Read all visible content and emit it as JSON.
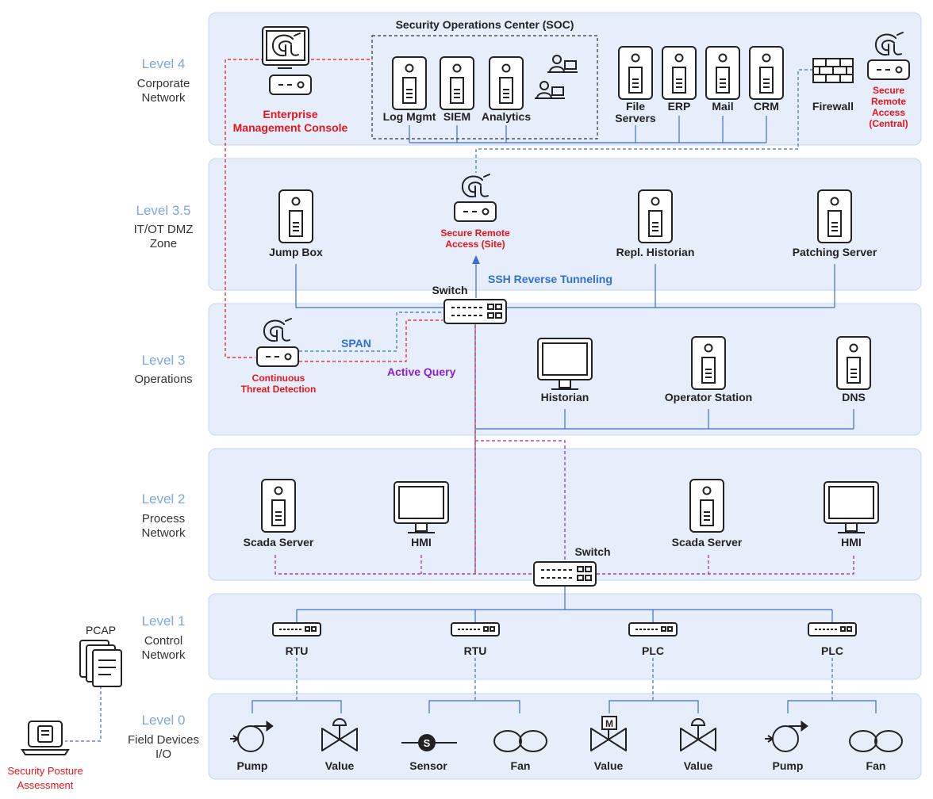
{
  "levels": [
    {
      "num": "Level 4",
      "name1": "Corporate",
      "name2": "Network"
    },
    {
      "num": "Level 3.5",
      "name1": "IT/OT DMZ",
      "name2": "Zone"
    },
    {
      "num": "Level 3",
      "name1": "Operations",
      "name2": ""
    },
    {
      "num": "Level 2",
      "name1": "Process",
      "name2": "Network"
    },
    {
      "num": "Level 1",
      "name1": "Control",
      "name2": "Network"
    },
    {
      "num": "Level 0",
      "name1": "Field Devices",
      "name2": "I/O"
    }
  ],
  "l4": {
    "soc_title": "Security Operations Center (SOC)",
    "emc_line1": "Enterprise",
    "emc_line2": "Management Console",
    "log_mgmt": "Log Mgmt",
    "siem": "SIEM",
    "analytics": "Analytics",
    "file_servers_1": "File",
    "file_servers_2": "Servers",
    "erp": "ERP",
    "mail": "Mail",
    "crm": "CRM",
    "firewall": "Firewall",
    "sra_central_1": "Secure",
    "sra_central_2": "Remote",
    "sra_central_3": "Access",
    "sra_central_4": "(Central)"
  },
  "l35": {
    "jump_box": "Jump Box",
    "sra_site_1": "Secure Remote",
    "sra_site_2": "Access (Site)",
    "repl_historian": "Repl. Historian",
    "patching_server": "Patching Server",
    "switch": "Switch",
    "ssh": "SSH Reverse Tunneling"
  },
  "l3": {
    "span": "SPAN",
    "active_query": "Active Query",
    "ctd_1": "Continuous",
    "ctd_2": "Threat Detection",
    "historian": "Historian",
    "operator_station": "Operator Station",
    "dns": "DNS"
  },
  "l2": {
    "scada_1": "Scada Server",
    "hmi_1": "HMI",
    "switch": "Switch",
    "scada_2": "Scada Server",
    "hmi_2": "HMI"
  },
  "l1": {
    "rtu_1": "RTU",
    "rtu_2": "RTU",
    "plc_1": "PLC",
    "plc_2": "PLC"
  },
  "l0": {
    "pump_1": "Pump",
    "value_1": "Value",
    "sensor": "Sensor",
    "fan_1": "Fan",
    "value_2": "Value",
    "value_3": "Value",
    "pump_2": "Pump",
    "fan_2": "Fan",
    "sensor_mark": "S",
    "motor_mark": "M"
  },
  "side": {
    "pcap": "PCAP",
    "spa_1": "Security Posture",
    "spa_2": "Assessment"
  },
  "colors": {
    "zone_fill": "#e6eefb",
    "link_blue": "#3a6fd0",
    "alert_red": "#e8141b",
    "query_purple": "#8b1fd6",
    "level_blue": "#7fa6df"
  }
}
